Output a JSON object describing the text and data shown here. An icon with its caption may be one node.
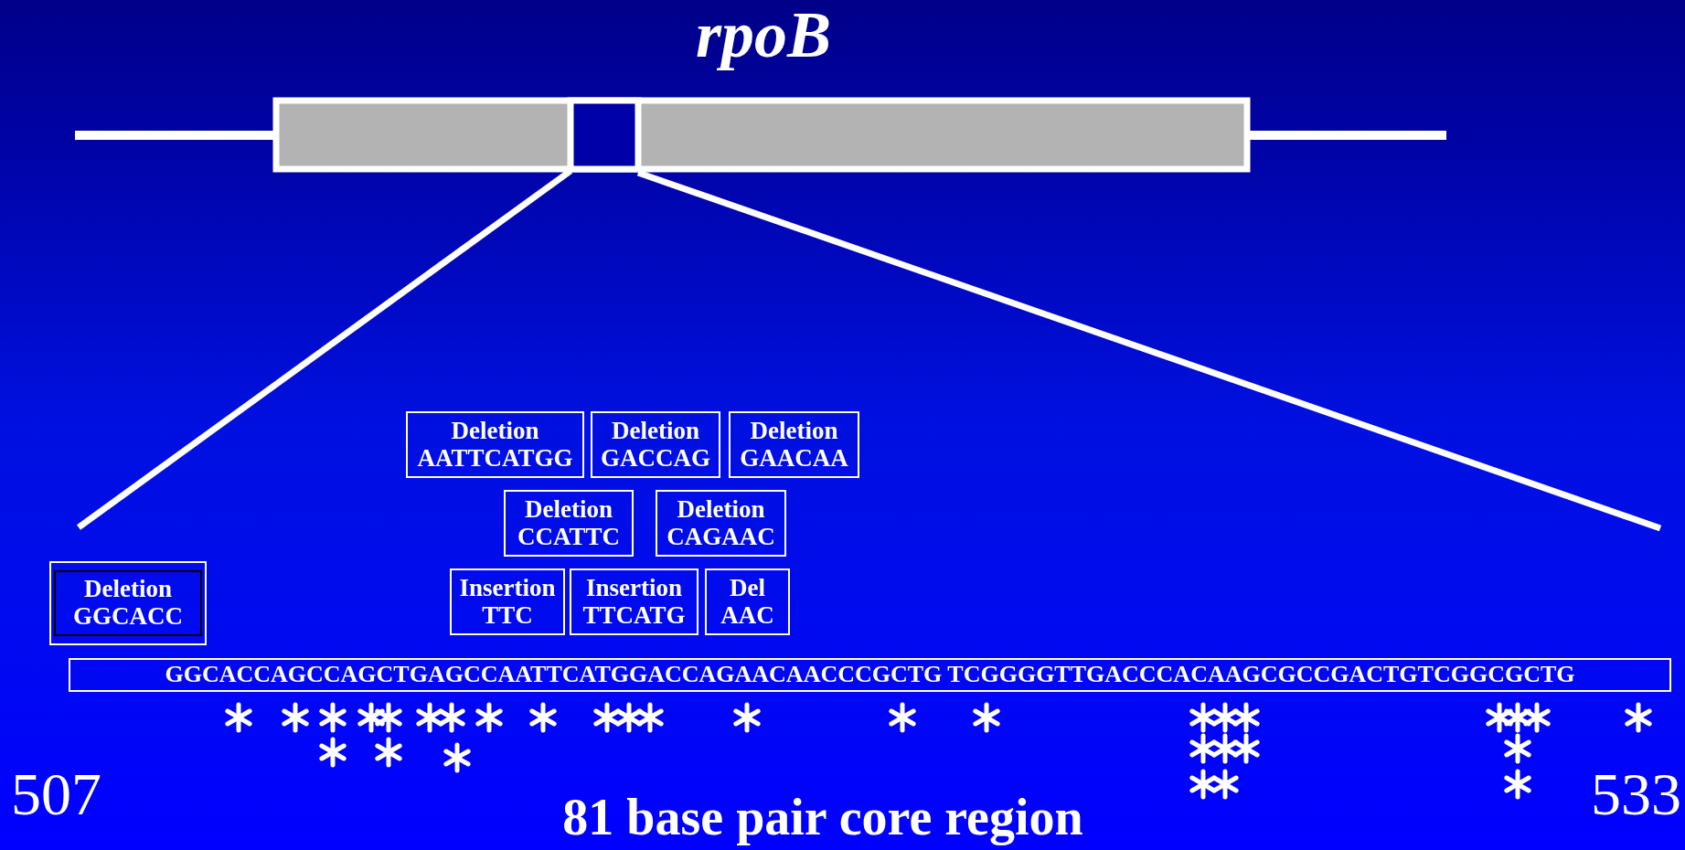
{
  "diagram": {
    "title": "rpoB",
    "caption": "81 base pair core region",
    "nodes": [
      {
        "text": [
          "Deletion",
          "AATTCATGG"
        ]
      },
      {
        "text": [
          "Deletion",
          "GACCAG"
        ]
      },
      {
        "text": [
          "Deletion",
          "GAACAA"
        ]
      },
      {
        "text": [
          "Deletion",
          "CCATTC"
        ]
      },
      {
        "text": [
          "Deletion",
          "CAGAAC"
        ]
      },
      {
        "text": [
          "Deletion",
          "GGCACC"
        ]
      },
      {
        "text": [
          "Insertion",
          "TTC"
        ]
      },
      {
        "text": [
          "Insertion",
          "TTCATG"
        ]
      },
      {
        "text": [
          "Del",
          "AAC"
        ]
      },
      {
        "text": [
          "GGCACCAGCCAGCTGAGCCAATTCATGGACCAGAACAACCCGCTG TCGGGGTTGACCCACAAGCGCCGACTGTCGGCGCTG"
        ]
      }
    ],
    "labels": [
      "507",
      "533"
    ]
  }
}
